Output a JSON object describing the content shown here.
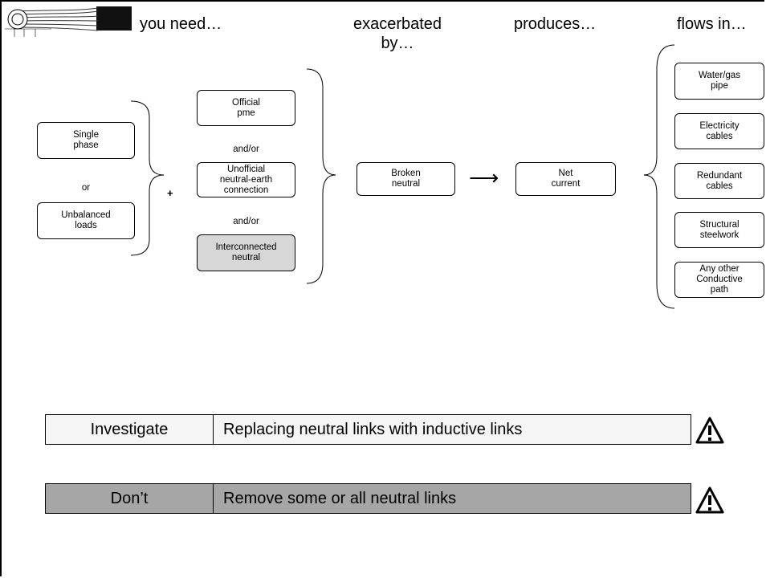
{
  "headers": {
    "you_need": "you need…",
    "exacerbated": "exacerbated\nby…",
    "produces": "produces…",
    "flows_in": "flows in…"
  },
  "left_boxes": {
    "single_phase": "Single\nphase",
    "or": "or",
    "unbalanced": "Unbalanced\nloads"
  },
  "plus": "+",
  "middle_boxes": {
    "official_pme": "Official\npme",
    "andor1": "and/or",
    "unofficial": "Unofficial\nneutral-earth\nconnection",
    "andor2": "and/or",
    "interconnected": "Interconnected\nneutral"
  },
  "broken_neutral": "Broken\nneutral",
  "arrow": "⟶",
  "net_current": "Net\ncurrent",
  "flow_paths": [
    "Water/gas\npipe",
    "Electricity\ncables",
    "Redundant\ncables",
    "Structural\nsteelwork",
    "Any other\nConductive\npath"
  ],
  "actions": [
    {
      "label": "Investigate",
      "text": "Replacing neutral links with inductive links"
    },
    {
      "label": "Don’t",
      "text": "Remove some or all neutral links"
    }
  ],
  "colors": {
    "grey_box": "#d7d7d7",
    "investigate_row": "#f5f5f5",
    "dont_row": "#a6a6a6"
  }
}
